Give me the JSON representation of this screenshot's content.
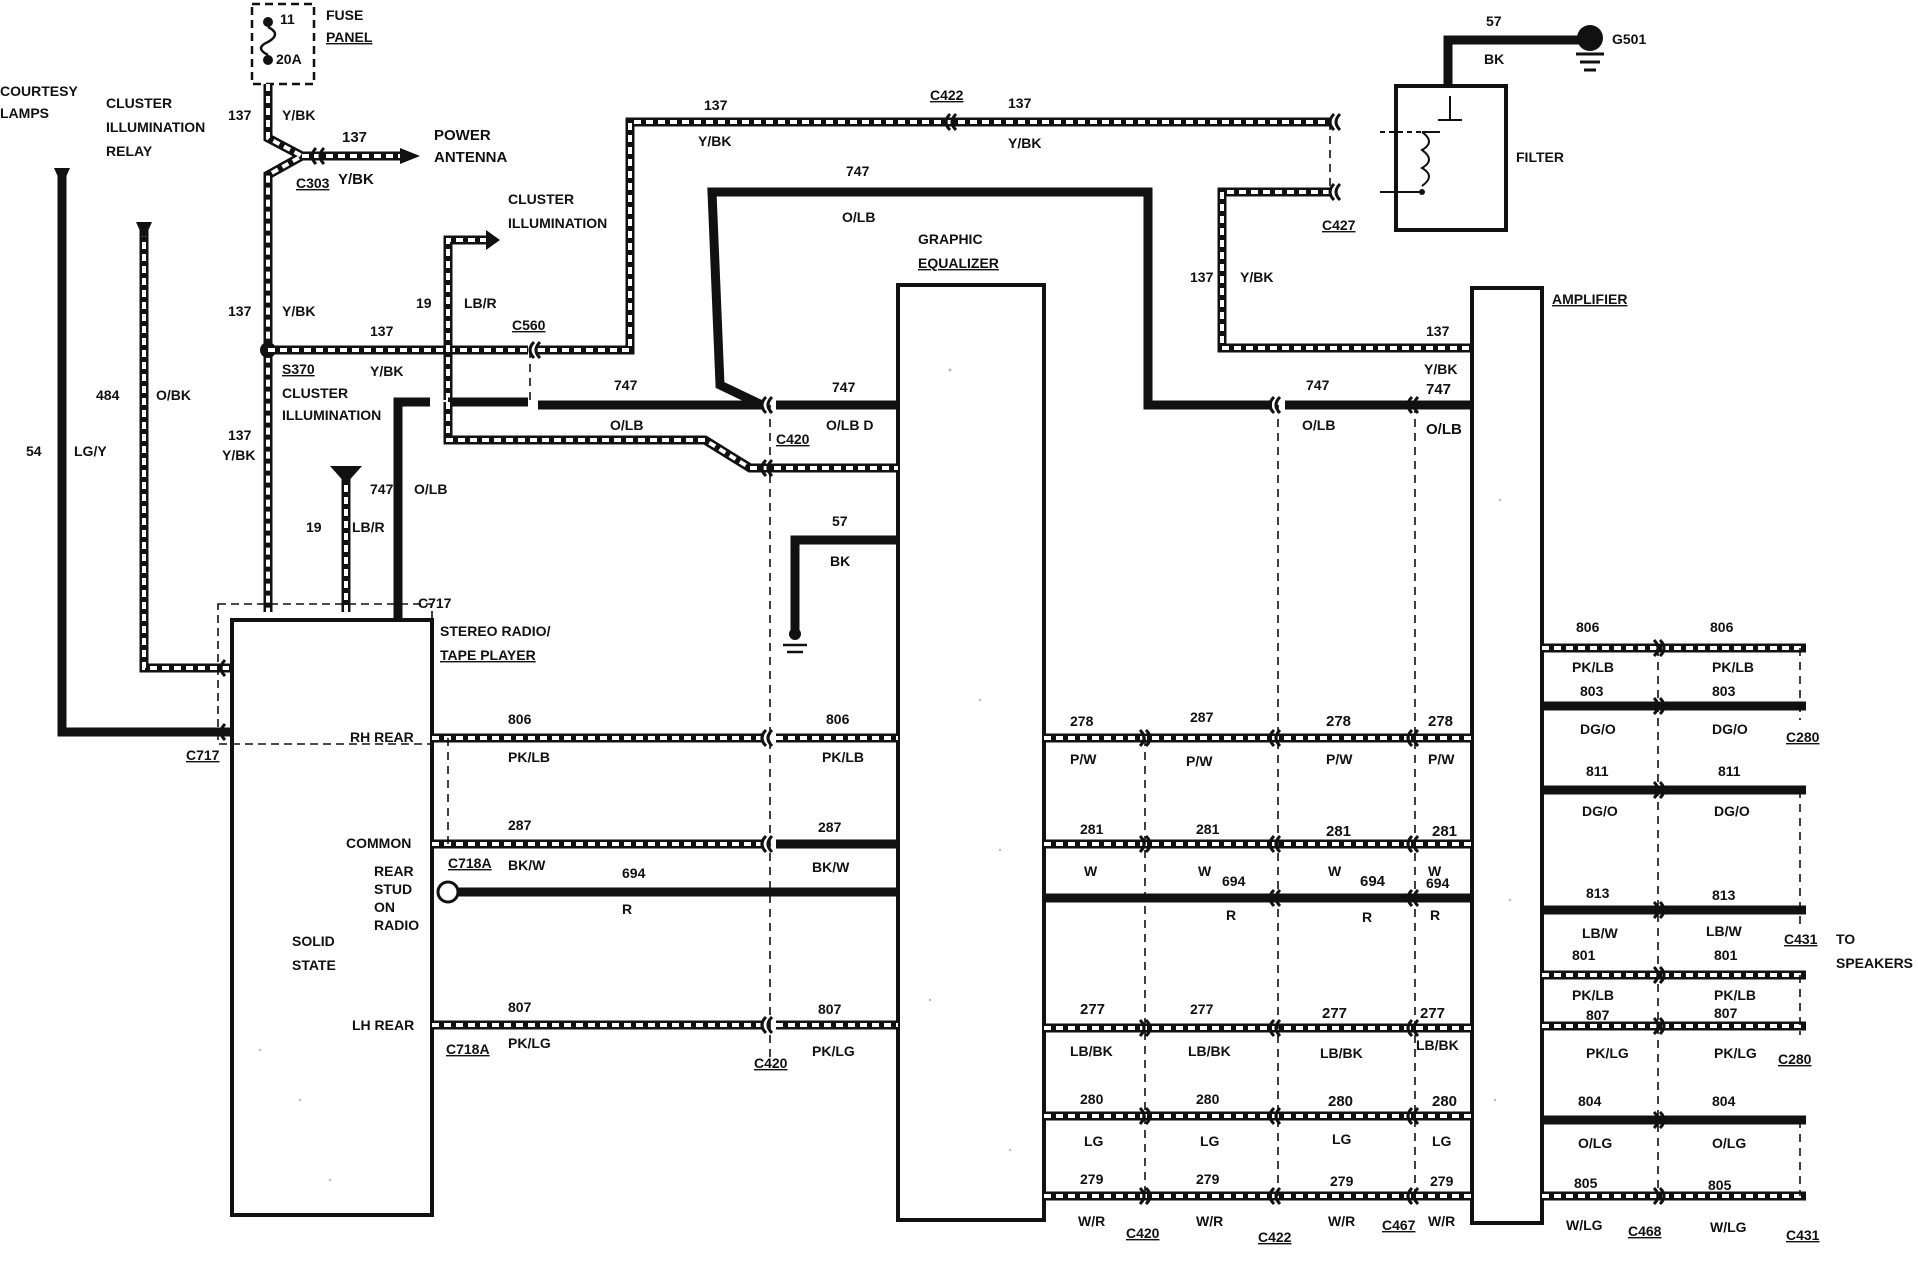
{
  "components": {
    "fuse_panel": {
      "label1": "FUSE",
      "label2": "PANEL",
      "fuse_num": "11",
      "fuse_rating": "20A"
    },
    "courtesy_lamps": {
      "line1": "COURTESY",
      "line2": "LAMPS"
    },
    "cluster_relay": {
      "line1": "CLUSTER",
      "line2": "ILLUMINATION",
      "line3": "RELAY"
    },
    "power_antenna": {
      "line1": "POWER",
      "line2": "ANTENNA"
    },
    "cluster_illum_top": {
      "line1": "CLUSTER",
      "line2": "ILLUMINATION"
    },
    "cluster_illum_mid": {
      "line1": "CLUSTER",
      "line2": "ILLUMINATION"
    },
    "graphic_eq": {
      "line1": "GRAPHIC",
      "line2": "EQUALIZER"
    },
    "amplifier": {
      "label": "AMPLIFIER"
    },
    "filter": {
      "label": "FILTER"
    },
    "radio": {
      "line1": "STEREO RADIO/",
      "line2": "TAPE PLAYER",
      "solid1": "SOLID",
      "solid2": "STATE"
    },
    "radio_pins": {
      "rh_rear": "RH REAR",
      "common": "COMMON",
      "rear1": "REAR",
      "rear2": "STUD",
      "rear3": "ON",
      "rear4": "RADIO",
      "lh_rear": "LH REAR"
    },
    "speakers": {
      "line1": "TO",
      "line2": "SPEAKERS"
    },
    "ground": {
      "label": "G501"
    },
    "splice": {
      "label": "S370"
    }
  },
  "connectors": {
    "c303": "C303",
    "c560": "C560",
    "c422_top": "C422",
    "c427": "C427",
    "c420_mid": "C420",
    "c717_top": "C717",
    "c717_left": "C717",
    "c718a_1": "C718A",
    "c718a_2": "C718A",
    "c420_b": "C420",
    "c420_c": "C420",
    "c422_b": "C422",
    "c467": "C467",
    "c468": "C468",
    "c431_a": "C431",
    "c431_b": "C431",
    "c280_a": "C280",
    "c280_b": "C280"
  },
  "wires": {
    "w137_fuse": {
      "num": "137",
      "color": "Y/BK"
    },
    "w137_ant": {
      "num": "137",
      "color": "Y/BK"
    },
    "w137_top": {
      "num": "137",
      "color": "Y/BK"
    },
    "w137_top2": {
      "num": "137",
      "color": "Y/BK"
    },
    "w137_splice": {
      "num": "137",
      "color": "Y/BK"
    },
    "w137_c560": {
      "num": "137",
      "color": "Y/BK"
    },
    "w137_radio": {
      "num": "137",
      "color": "Y/BK"
    },
    "w137_filter": {
      "num": "137",
      "color": "Y/BK"
    },
    "w137_amp": {
      "num": "137",
      "color": "Y/BK"
    },
    "w57_gnd": {
      "num": "57",
      "color": "BK"
    },
    "w57_eq": {
      "num": "57",
      "color": "BK"
    },
    "w54": {
      "num": "54",
      "color": "LG/Y"
    },
    "w484": {
      "num": "484",
      "color": "O/BK"
    },
    "w19_top": {
      "num": "19",
      "color": "LB/R"
    },
    "w19_radio": {
      "num": "19",
      "color": "LB/R"
    },
    "w747_top": {
      "num": "747",
      "color": "O/LB"
    },
    "w747_radio": {
      "num": "747",
      "color": "O/LB"
    },
    "w747_c560": {
      "num": "747",
      "color": "O/LB"
    },
    "w747_eq": {
      "num": "747",
      "color": "O/LB D"
    },
    "w747_c427": {
      "num": "747",
      "color": "O/LB"
    },
    "w747_amp": {
      "num": "747",
      "color": "O/LB"
    },
    "w747_olb2": {
      "color": "O/LB"
    },
    "w806_a": {
      "num": "806",
      "color": "PK/LB"
    },
    "w806_b": {
      "num": "806",
      "color": "PK/LB"
    },
    "w287_a": {
      "num": "287",
      "color": "BK/W"
    },
    "w287_b": {
      "num": "287",
      "color": "BK/W"
    },
    "w694": {
      "num": "694",
      "color": "R"
    },
    "w807_a": {
      "num": "807",
      "color": "PK/LG"
    },
    "w807_b": {
      "num": "807",
      "color": "PK/LG"
    },
    "w278_a": {
      "num": "278",
      "color": "P/W"
    },
    "w287_c": {
      "num": "287",
      "color": "P/W"
    },
    "w278_b": {
      "num": "278",
      "color": "P/W"
    },
    "w278_c": {
      "num": "278",
      "color": "P/W"
    },
    "w281_a": {
      "num": "281",
      "color": "W"
    },
    "w281_b": {
      "num": "281",
      "color": "W"
    },
    "w281_c": {
      "num": "281",
      "color": "W"
    },
    "w281_d": {
      "num": "281",
      "color": "W"
    },
    "w694_b": {
      "num": "694",
      "color": "R"
    },
    "w694_c": {
      "num": "694",
      "color": "R"
    },
    "w694_d": {
      "num": "694",
      "color": "R"
    },
    "w277_a": {
      "num": "277",
      "color": "LB/BK"
    },
    "w277_b": {
      "num": "277",
      "color": "LB/BK"
    },
    "w277_c": {
      "num": "277",
      "color": "LB/BK"
    },
    "w277_d": {
      "num": "277",
      "color": "LB/BK"
    },
    "w280_a": {
      "num": "280",
      "color": "LG"
    },
    "w280_b": {
      "num": "280",
      "color": "LG"
    },
    "w280_c": {
      "num": "280",
      "color": "LG"
    },
    "w280_d": {
      "num": "280",
      "color": "LG"
    },
    "w279_a": {
      "num": "279",
      "color": "W/R"
    },
    "w279_b": {
      "num": "279",
      "color": "W/R"
    },
    "w279_c": {
      "num": "279",
      "color": "W/R"
    },
    "w279_d": {
      "num": "279",
      "color": "W/R"
    },
    "s806_a": {
      "num": "806",
      "color": "PK/LB"
    },
    "s806_b": {
      "num": "806",
      "color": "PK/LB"
    },
    "s803_a": {
      "num": "803",
      "color": "DG/O"
    },
    "s803_b": {
      "num": "803",
      "color": "DG/O"
    },
    "s811_a": {
      "num": "811",
      "color": "DG/O"
    },
    "s811_b": {
      "num": "811",
      "color": "DG/O"
    },
    "s813_a": {
      "num": "813",
      "color": "LB/W"
    },
    "s813_b": {
      "num": "813",
      "color": "LB/W"
    },
    "s801_a": {
      "num": "801",
      "color": "PK/LB"
    },
    "s801_b": {
      "num": "801",
      "color": "PK/LB"
    },
    "s807_a": {
      "num": "807",
      "color": "PK/LG"
    },
    "s807_b": {
      "num": "807",
      "color": "PK/LG"
    },
    "s804_a": {
      "num": "804",
      "color": "O/LG"
    },
    "s804_b": {
      "num": "804",
      "color": "O/LG"
    },
    "s805_a": {
      "num": "805",
      "color": "W/LG"
    },
    "s805_b": {
      "num": "805",
      "color": "W/LG"
    }
  }
}
